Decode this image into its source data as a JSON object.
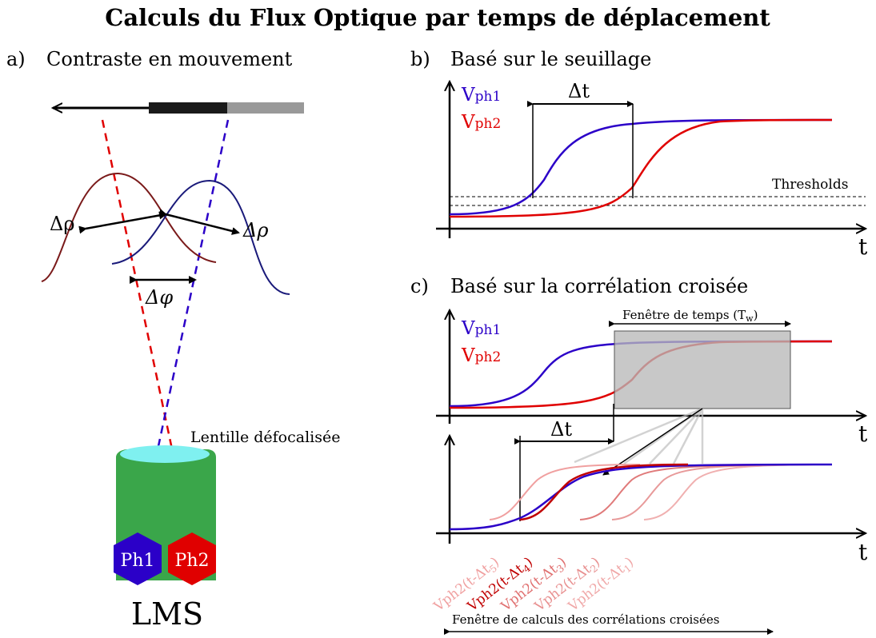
{
  "title": "Calculs du Flux Optique par temps de déplacement",
  "panel_a": {
    "label": "a)",
    "heading": "Contraste en mouvement",
    "delta_rho_left": "Δρ",
    "delta_rho_right": "Δρ",
    "delta_phi": "Δφ",
    "lens_label": "Lentille défocalisée",
    "ph1": "Ph1",
    "ph2": "Ph2",
    "sensor": "LMS"
  },
  "panel_b": {
    "label": "b)",
    "heading": "Basé sur le seuillage",
    "v1_main": "V",
    "v1_sub": "ph1",
    "v2_main": "V",
    "v2_sub": "ph2",
    "delta_t": "Δt",
    "thresholds": "Thresholds",
    "t_axis": "t"
  },
  "panel_c": {
    "label": "c)",
    "heading": "Basé sur la corrélation croisée",
    "v1_main": "V",
    "v1_sub": "ph1",
    "v2_main": "V",
    "v2_sub": "ph2",
    "window_main": "Fenêtre de temps (T",
    "window_sub": "w",
    "window_end": ")",
    "delta_t": "Δt",
    "t_axis_top": "t",
    "t_axis_bottom": "t",
    "shifted": [
      {
        "main": "Vph2(t-Δt",
        "sub": "5",
        "end": ")",
        "color": "#f0a0a0"
      },
      {
        "main": "Vph2(t-Δt",
        "sub": "4",
        "end": ")",
        "color": "#c00000"
      },
      {
        "main": "Vph2(t-Δt",
        "sub": "3",
        "end": ")",
        "color": "#e07070"
      },
      {
        "main": "Vph2(t-Δt",
        "sub": "2",
        "end": ")",
        "color": "#e89090"
      },
      {
        "main": "Vph2(t-Δt",
        "sub": "1",
        "end": ")",
        "color": "#f0a8a8"
      }
    ],
    "corr_window": "Fenêtre de calculs des corrélations croisées"
  },
  "colors": {
    "ph1": "#2b00c8",
    "ph2": "#e00000",
    "dark_red": "#7a1a1a",
    "navy": "#1a1a7a",
    "sensor_body": "#3aa64a",
    "lens": "#7ff0f0",
    "window_fill": "#bdbdbd"
  }
}
